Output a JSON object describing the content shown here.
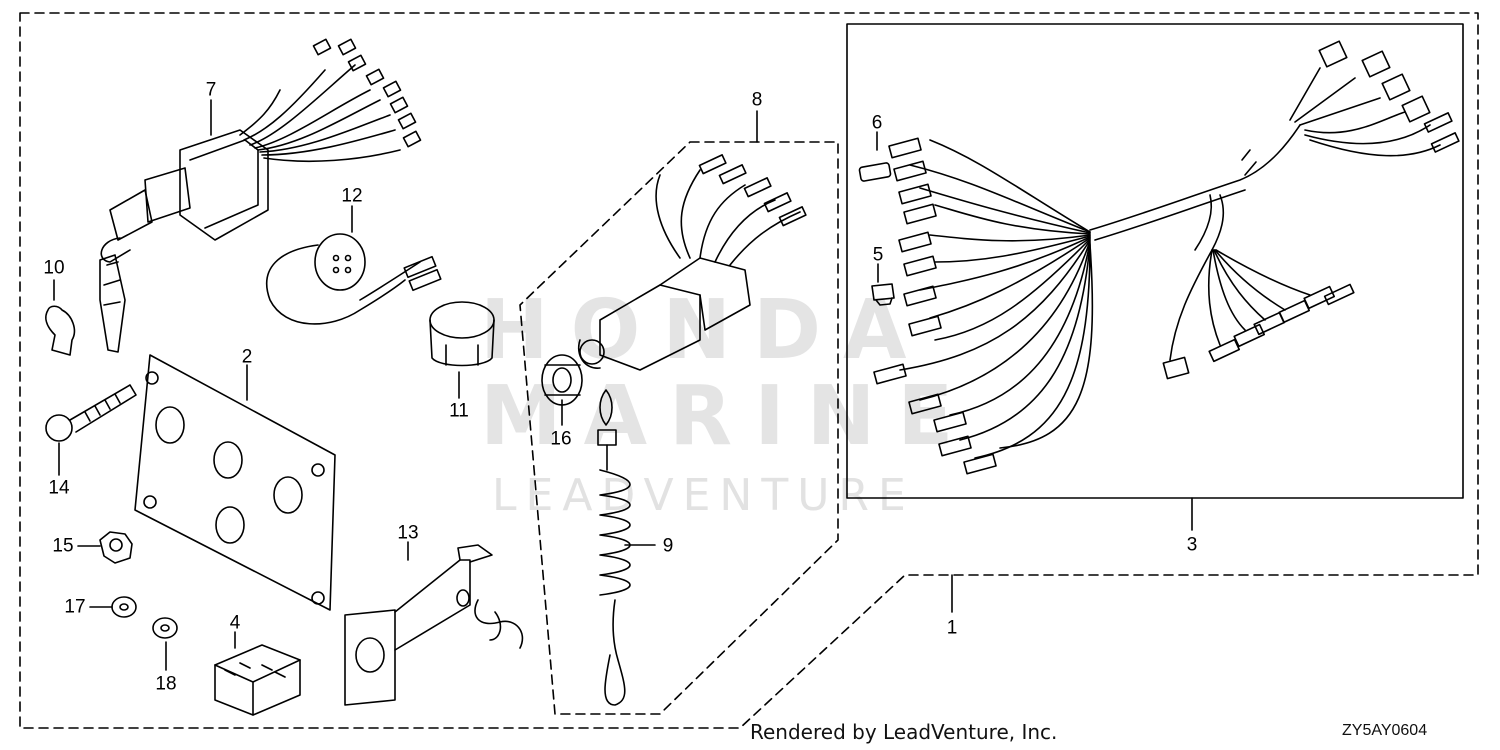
{
  "watermark": {
    "brand": "HONDA",
    "sub": "MARINE",
    "lead": "LEADVENTURE"
  },
  "callouts": [
    {
      "id": "1",
      "label": "1"
    },
    {
      "id": "2",
      "label": "2"
    },
    {
      "id": "3",
      "label": "3"
    },
    {
      "id": "4",
      "label": "4"
    },
    {
      "id": "5",
      "label": "5"
    },
    {
      "id": "6",
      "label": "6"
    },
    {
      "id": "7",
      "label": "7"
    },
    {
      "id": "8",
      "label": "8"
    },
    {
      "id": "9",
      "label": "9"
    },
    {
      "id": "10",
      "label": "10"
    },
    {
      "id": "11",
      "label": "11"
    },
    {
      "id": "12",
      "label": "12"
    },
    {
      "id": "13",
      "label": "13"
    },
    {
      "id": "14",
      "label": "14"
    },
    {
      "id": "15",
      "label": "15"
    },
    {
      "id": "16",
      "label": "16"
    },
    {
      "id": "17",
      "label": "17"
    },
    {
      "id": "18",
      "label": "18"
    }
  ],
  "footer": {
    "credit": "Rendered by LeadVenture, Inc.",
    "code": "ZY5AY0604"
  }
}
